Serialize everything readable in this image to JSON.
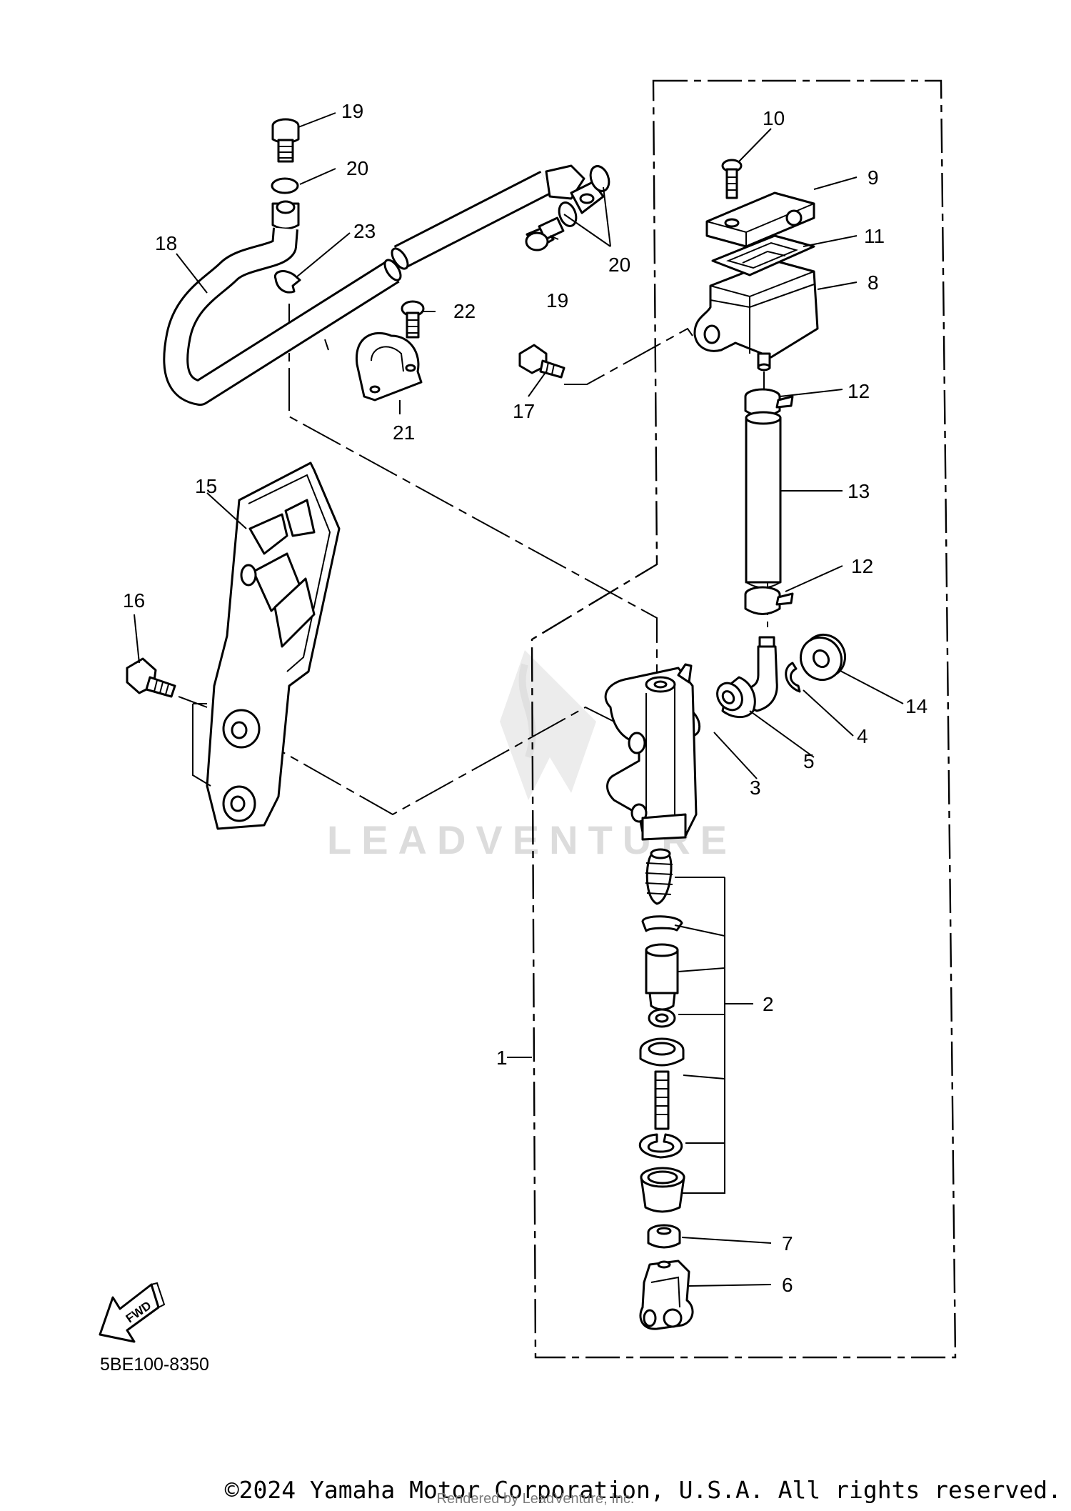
{
  "diagram": {
    "part_labels": [
      "1",
      "2",
      "3",
      "4",
      "5",
      "6",
      "7",
      "8",
      "9",
      "10",
      "11",
      "12",
      "12",
      "13",
      "14",
      "15",
      "16",
      "17",
      "18",
      "19",
      "19",
      "20",
      "20",
      "21",
      "22",
      "23"
    ],
    "diagram_code": "5BE100-8350",
    "fwd_label": "FWD",
    "watermark": "LEADVENTURE",
    "rendered_by": "Rendered by LeadVenture, Inc.",
    "copyright": "©2024 Yamaha Motor Corporation, U.S.A. All rights reserved."
  }
}
